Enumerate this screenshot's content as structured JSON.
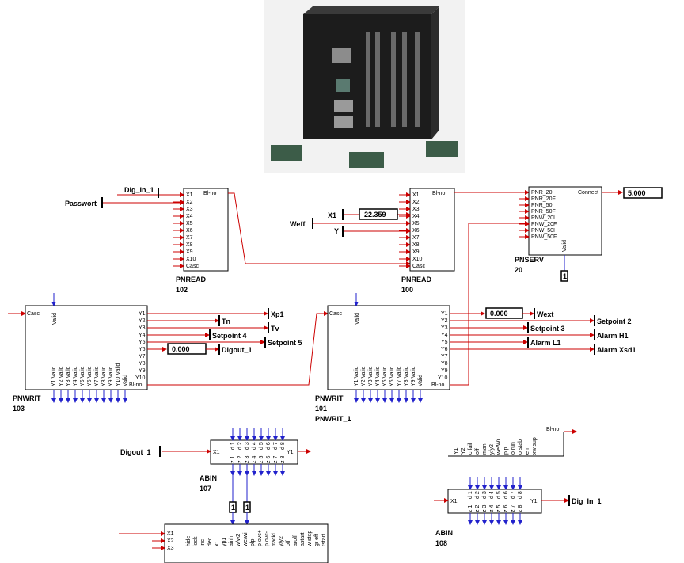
{
  "device": {
    "icon": "controller-device-photo"
  },
  "blocks": {
    "pnread102": {
      "name": "PNREAD",
      "id": "102",
      "inputs": [
        "X1",
        "X2",
        "X3",
        "X4",
        "X5",
        "X6",
        "X7",
        "X8",
        "X9",
        "X10",
        "Casc"
      ],
      "output": "Bl-no"
    },
    "pnread100": {
      "name": "PNREAD",
      "id": "100",
      "inputs": [
        "X1",
        "X2",
        "X3",
        "X4",
        "X5",
        "X6",
        "X7",
        "X8",
        "X9",
        "X10",
        "Casc"
      ],
      "output": "Bl-no"
    },
    "pnserv20": {
      "name": "PNSERV",
      "id": "20",
      "inputs": [
        "PNR_20I",
        "PNR_20F",
        "PNR_50I",
        "PNR_50F",
        "PNW_20I",
        "PNW_20F",
        "PNW_50I",
        "PNW_50F"
      ],
      "output": "Connect",
      "bottom": "Valid"
    },
    "pnwrit103": {
      "name": "PNWRIT",
      "id": "103",
      "input": "Casc",
      "top": "Valid",
      "outputs": [
        "Y1",
        "Y2",
        "Y3",
        "Y4",
        "Y5",
        "Y6",
        "Y7",
        "Y8",
        "Y9",
        "Y10",
        "Bl-no"
      ],
      "valids": [
        "Y1 Valid",
        "Y2 Valid",
        "Y3 Valid",
        "Y4 Valid",
        "Y5 Valid",
        "Y6 Valid",
        "Y7 Valid",
        "Y8 Valid",
        "Y9 Valid",
        "Y10 Valid",
        "Valid"
      ]
    },
    "pnwrit101": {
      "name": "PNWRIT",
      "id": "101",
      "sub": "PNWRIT_1",
      "input": "Casc",
      "top": "Valid",
      "outputs": [
        "Y1",
        "Y2",
        "Y3",
        "Y4",
        "Y5",
        "Y6",
        "Y7",
        "Y8",
        "Y9",
        "Y10",
        "Bl-no"
      ],
      "valids": [
        "Y1 Valid",
        "Y2 Valid",
        "Y3 Valid",
        "Y4 Valid",
        "Y5 Valid",
        "Y6 Valid",
        "Y7 Valid",
        "Y8 Valid",
        "Y9 Valid",
        "Valid"
      ]
    },
    "abin107": {
      "name": "ABIN",
      "id": "107",
      "in": "X1",
      "out": "Y1",
      "bits_top": [
        "d 1",
        "d 2",
        "d 3",
        "d 4",
        "d 5",
        "d 6",
        "d 7",
        "d 8"
      ],
      "bits_bot": [
        "z 1",
        "z 2",
        "z 3",
        "z 4",
        "z 5",
        "z 6",
        "z 7",
        "z 8"
      ]
    },
    "abin108": {
      "name": "ABIN",
      "id": "108",
      "in": "X1",
      "out": "Y1",
      "bits_top": [
        "d 1",
        "d 2",
        "d 3",
        "d 4",
        "d 5",
        "d 6",
        "d 7",
        "d 8"
      ],
      "bits_bot": [
        "z 1",
        "z 2",
        "z 3",
        "z 4",
        "z 5",
        "z 6",
        "z 7",
        "z 8"
      ],
      "top_labels": [
        "Y1",
        "Y2",
        "c fail",
        "off",
        "man",
        "y/y2",
        "we/Wi",
        "plp",
        "o run",
        "o stab",
        "err",
        "xw sup"
      ],
      "top_out": "Bl-no"
    },
    "bottom_block": {
      "inputs": [
        "X1",
        "X2",
        "X3"
      ],
      "labels": [
        "hide",
        "lock",
        "inc",
        "dec",
        "x1",
        "yp1",
        "ainh",
        "w/w2",
        "we/wi",
        "plp",
        "p ovc+",
        "p ovc-",
        "tracki",
        "y/y2",
        "off",
        "aroff",
        "astart",
        "w stop",
        "gr eff",
        "rstart"
      ]
    }
  },
  "signals": {
    "passwort": "Passwort",
    "dig_in_1": "Dig_In_1",
    "weff": "Weff",
    "x1": "X1",
    "y": "Y",
    "val_x1": "22.359",
    "connect_out": "5.000",
    "w103": {
      "y1": "Xp1",
      "y2": "Tn",
      "y3": "Tv",
      "y4": "Setpoint 4",
      "y4b": "Setpoint 5",
      "y5val": "0.000",
      "y5": "Digout_1"
    },
    "w101": {
      "y1val": "0.000",
      "y1": "Wext",
      "y1b": "Setpoint 2",
      "y3": "Setpoint 3",
      "y4": "Alarm H1",
      "y5": "Alarm L1",
      "y5b": "Alarm Xsd1"
    },
    "digout_1": "Digout_1",
    "dig_in_1_out": "Dig_In_1",
    "abin107_box1": "1",
    "abin107_box2": "1",
    "pnserv_box": "1"
  }
}
